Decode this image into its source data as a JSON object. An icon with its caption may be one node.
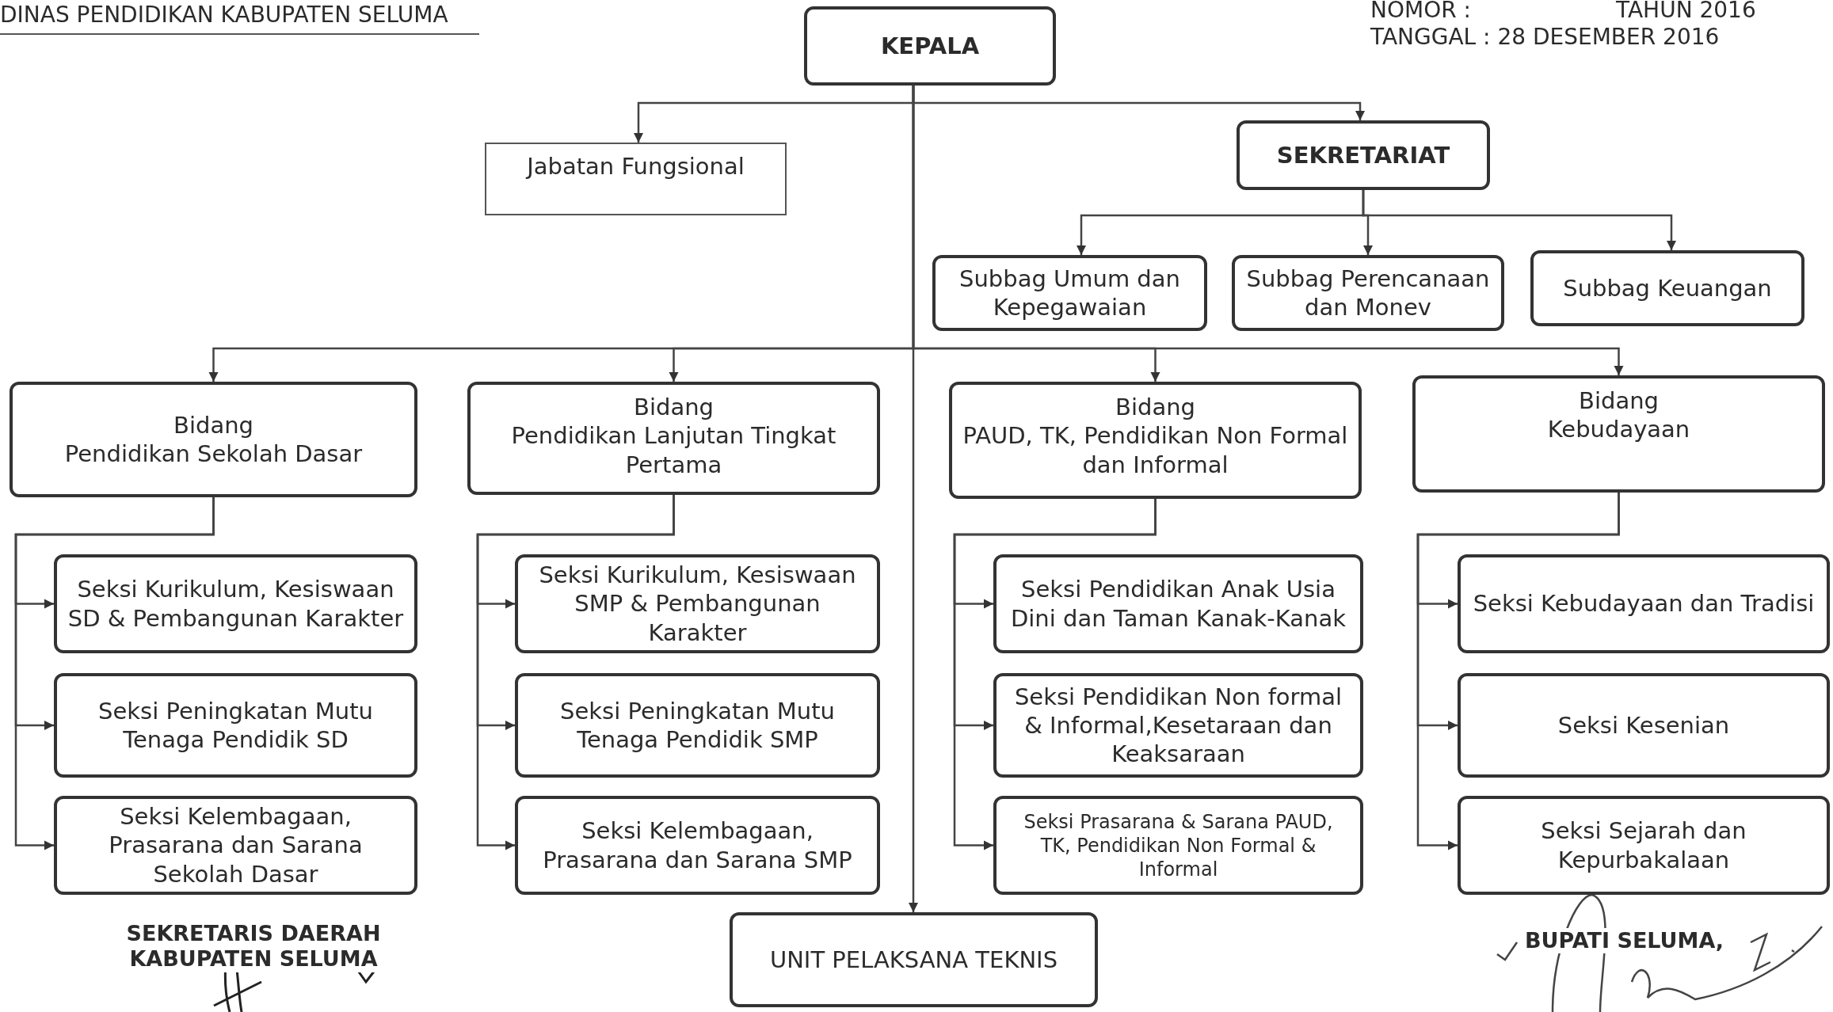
{
  "diagram": {
    "nodes": [
      {
        "text": [
          "KEPALA"
        ]
      },
      {
        "text": [
          "Jabatan Fungsional"
        ]
      },
      {
        "text": [
          "SEKRETARIAT"
        ]
      },
      {
        "text": [
          "Subbag Umum dan Kepegawaian"
        ]
      },
      {
        "text": [
          "Subbag Perencanaan dan Monev"
        ]
      },
      {
        "text": [
          "Subbag Keuangan"
        ]
      },
      {
        "text": [
          "Bidang",
          "Pendidikan Sekolah Dasar"
        ]
      },
      {
        "text": [
          "Bidang",
          "Pendidikan Lanjutan Tingkat Pertama"
        ]
      },
      {
        "text": [
          "Bidang",
          "PAUD, TK, Pendidikan Non Formal dan Informal"
        ]
      },
      {
        "text": [
          "Bidang",
          "Kebudayaan"
        ]
      },
      {
        "text": [
          "Seksi Kurikulum, Kesiswaan SD & Pembangunan Karakter"
        ]
      },
      {
        "text": [
          "Seksi Peningkatan Mutu Tenaga Pendidik SD"
        ]
      },
      {
        "text": [
          "Seksi Kelembagaan, Prasarana dan Sarana Sekolah Dasar"
        ]
      },
      {
        "text": [
          "Seksi Kurikulum, Kesiswaan SMP & Pembangunan Karakter"
        ]
      },
      {
        "text": [
          "Seksi Peningkatan Mutu Tenaga Pendidik SMP"
        ]
      },
      {
        "text": [
          "Seksi Kelembagaan, Prasarana dan Sarana SMP"
        ]
      },
      {
        "text": [
          "Seksi Pendidikan Anak Usia Dini dan Taman Kanak-Kanak"
        ]
      },
      {
        "text": [
          "Seksi Pendidikan Non formal & Informal,Kesetaraan dan Keaksaraan"
        ]
      },
      {
        "text": [
          "Seksi Prasarana & Sarana PAUD, TK, Pendidikan Non Formal & Informal"
        ]
      },
      {
        "text": [
          "Seksi Kebudayaan dan Tradisi"
        ]
      },
      {
        "text": [
          "Seksi Kesenian"
        ]
      },
      {
        "text": [
          "Seksi Sejarah dan Kepurbakalaan"
        ]
      },
      {
        "text": [
          "UNIT PELAKSANA TEKNIS"
        ]
      }
    ],
    "edges": [
      {
        "from": 0,
        "to": 1,
        "arrow": "to"
      },
      {
        "from": 0,
        "to": 2,
        "arrow": "to"
      },
      {
        "from": 2,
        "to": 3,
        "arrow": "to"
      },
      {
        "from": 2,
        "to": 4,
        "arrow": "to"
      },
      {
        "from": 2,
        "to": 5,
        "arrow": "to"
      },
      {
        "from": 0,
        "to": 6,
        "arrow": "to"
      },
      {
        "from": 0,
        "to": 7,
        "arrow": "to"
      },
      {
        "from": 0,
        "to": 8,
        "arrow": "to"
      },
      {
        "from": 0,
        "to": 9,
        "arrow": "to"
      },
      {
        "from": 6,
        "to": 10,
        "arrow": "to"
      },
      {
        "from": 6,
        "to": 11,
        "arrow": "to"
      },
      {
        "from": 6,
        "to": 12,
        "arrow": "to"
      },
      {
        "from": 7,
        "to": 13,
        "arrow": "to"
      },
      {
        "from": 7,
        "to": 14,
        "arrow": "to"
      },
      {
        "from": 7,
        "to": 15,
        "arrow": "to"
      },
      {
        "from": 8,
        "to": 16,
        "arrow": "to"
      },
      {
        "from": 8,
        "to": 17,
        "arrow": "to"
      },
      {
        "from": 8,
        "to": 18,
        "arrow": "to"
      },
      {
        "from": 9,
        "to": 19,
        "arrow": "to"
      },
      {
        "from": 9,
        "to": 20,
        "arrow": "to"
      },
      {
        "from": 9,
        "to": 21,
        "arrow": "to"
      },
      {
        "from": 0,
        "to": 22,
        "arrow": "to"
      }
    ],
    "labels": [
      "DINAS PENDIDIKAN KABUPATEN SELUMA",
      "NOMOR :",
      "TAHUN 2016",
      "TANGGAL : 28 DESEMBER 2016",
      "SEKRETARIS DAERAH KABUPATEN SELUMA",
      "BUPATI SELUMA,"
    ]
  }
}
